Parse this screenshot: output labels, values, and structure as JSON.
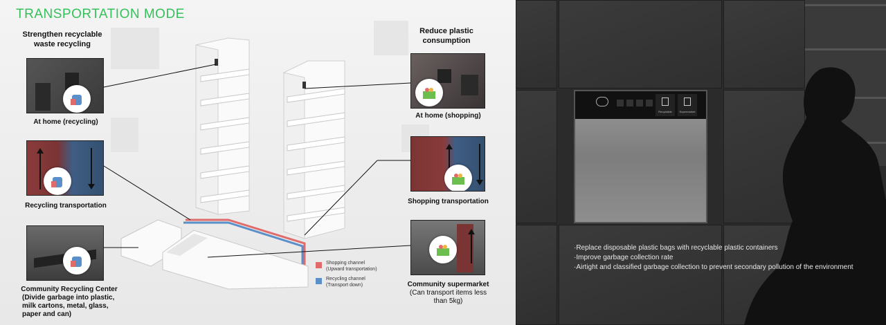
{
  "title": "TRANSPORTATION MODE",
  "left_headings": {
    "recycle": "Strengthen recyclable\nwaste recycling",
    "plastic": "Reduce plastic\nconsumption"
  },
  "captions": {
    "home_recycling": "At home (recycling)",
    "recycling_transportation": "Recycling transportation",
    "community_center_title": "Community Recycling Center",
    "community_center_desc": "(Divide garbage into plastic,\nmilk cartons, metal, glass,\npaper and can)",
    "home_shopping": "At home (shopping)",
    "shopping_transportation": "Shopping transportation",
    "supermarket_title": "Community supermarket",
    "supermarket_desc": "(Can transport items less\nthan 5kg)"
  },
  "legend": {
    "shopping": {
      "label": "Shopping channel",
      "sub": "(Upward transportation)",
      "color": "#e06b6b"
    },
    "recycling": {
      "label": "Recycling channel",
      "sub": "(Transport down)",
      "color": "#5b8fc9"
    }
  },
  "device": {
    "buttons": [
      "Recyclable",
      "Supermarket"
    ]
  },
  "bullets": [
    "·Replace disposable plastic bags with recyclable plastic containers",
    "·Improve garbage collection rate",
    "·Airtight and classified garbage collection to prevent secondary pollution of the environment"
  ],
  "icons": [
    "recycle-bag-icon",
    "shopping-basket-icon",
    "trash-icon",
    "cart-icon",
    "weather-icon"
  ]
}
